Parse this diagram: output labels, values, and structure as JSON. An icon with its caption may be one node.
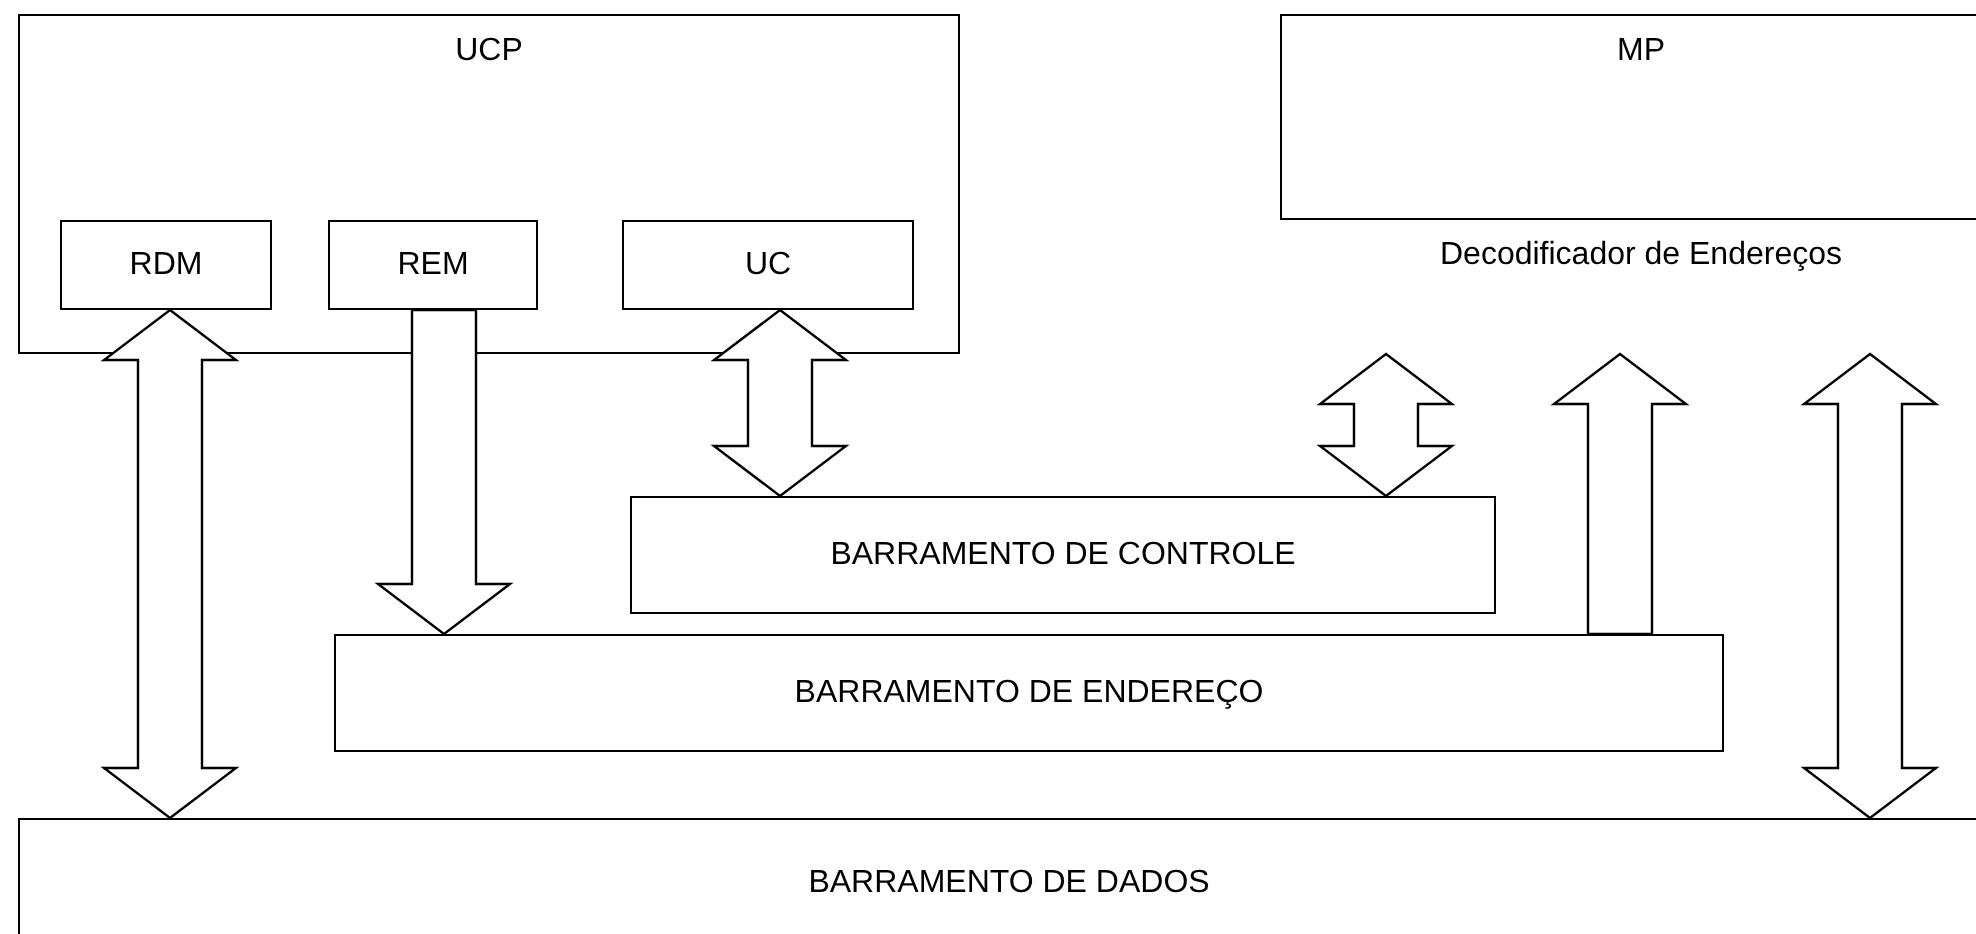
{
  "diagram": {
    "nodes": [
      {
        "text": [
          "UCP"
        ]
      },
      {
        "text": [
          "RDM"
        ],
        "in": 0
      },
      {
        "text": [
          "REM"
        ],
        "in": 0
      },
      {
        "text": [
          "UC"
        ],
        "in": 0
      },
      {
        "text": [
          "MP"
        ]
      },
      {
        "text": [
          "Decodificador de Endereços"
        ],
        "in": 4
      },
      {
        "text": [
          "BARRAMENTO DE CONTROLE"
        ]
      },
      {
        "text": [
          "BARRAMENTO DE ENDEREÇO"
        ]
      },
      {
        "text": [
          "BARRAMENTO DE DADOS"
        ]
      }
    ],
    "edges": [
      {
        "from": 1,
        "to": 8,
        "arrow": "both"
      },
      {
        "from": 2,
        "to": 7,
        "arrow": "to"
      },
      {
        "from": 3,
        "to": 6,
        "arrow": "both"
      },
      {
        "from": 5,
        "to": 6,
        "arrow": "both"
      },
      {
        "from": 7,
        "to": 5,
        "arrow": "to"
      },
      {
        "from": 8,
        "to": 5,
        "arrow": "both"
      }
    ]
  }
}
